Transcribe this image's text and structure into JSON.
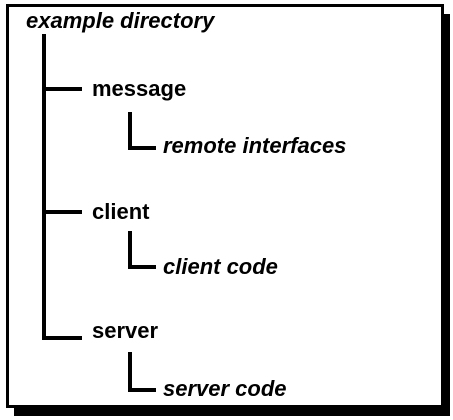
{
  "tree": {
    "root": "example directory",
    "nodes": [
      {
        "name": "message",
        "child": "remote interfaces"
      },
      {
        "name": "client",
        "child": "client code"
      },
      {
        "name": "server",
        "child": "server code"
      }
    ]
  }
}
